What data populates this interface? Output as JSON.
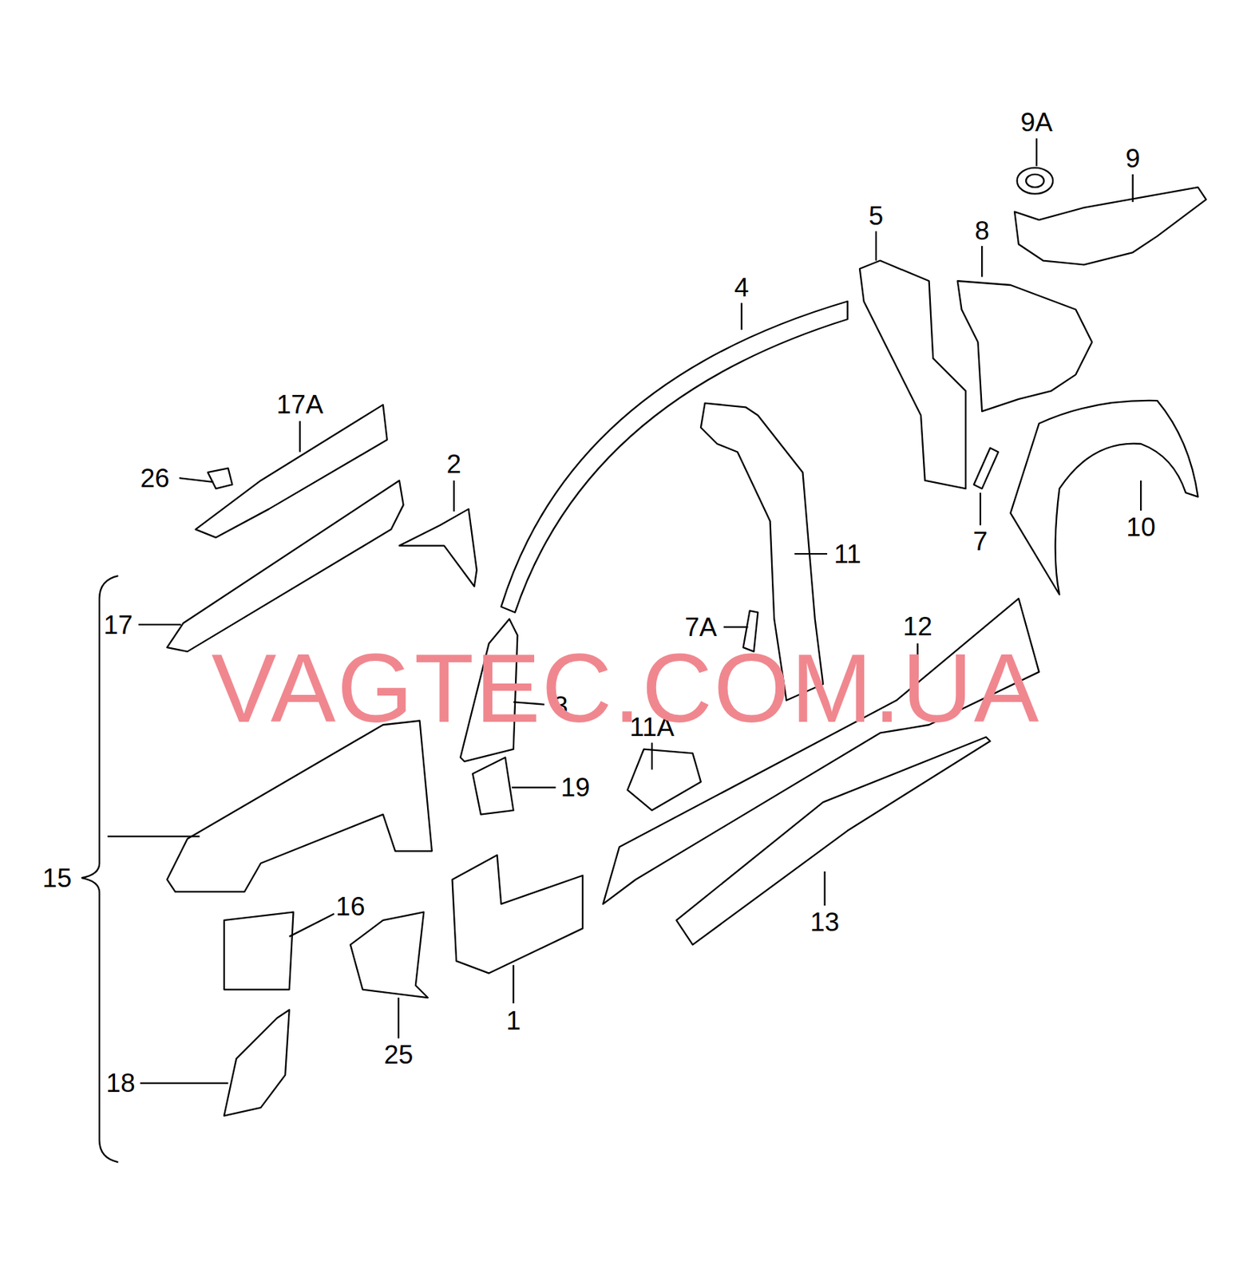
{
  "diagram": {
    "labels": [
      "9A",
      "9",
      "5",
      "8",
      "4",
      "17A",
      "26",
      "2",
      "11",
      "10",
      "7",
      "17",
      "7A",
      "12",
      "3",
      "11A",
      "19",
      "15",
      "16",
      "1",
      "13",
      "25",
      "18",
      "VAGTEC.COM.UA"
    ]
  }
}
